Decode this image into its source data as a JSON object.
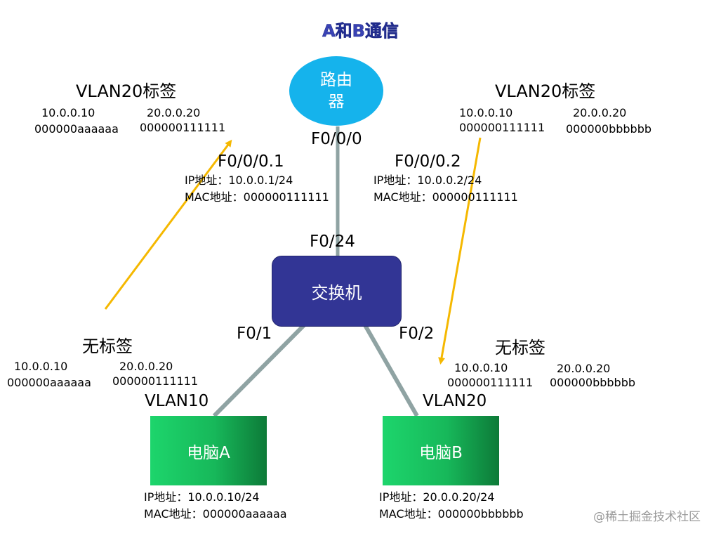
{
  "title": "A和B通信",
  "router": {
    "label": "路由器",
    "port": "F0/0/0"
  },
  "switch": {
    "label": "交换机",
    "port_up": "F0/24",
    "port_a": "F0/1",
    "port_b": "F0/2"
  },
  "subif1": {
    "name": "F0/0/0.1",
    "ip": "IP地址：10.0.0.1/24",
    "mac": "MAC地址：000000111111"
  },
  "subif2": {
    "name": "F0/0/0.2",
    "ip": "IP地址：10.0.0.2/24",
    "mac": "MAC地址：000000111111"
  },
  "pc_a": {
    "label": "电脑A",
    "vlan": "VLAN10",
    "ip": "IP地址：10.0.0.10/24",
    "mac": "MAC地址：000000aaaaaa"
  },
  "pc_b": {
    "label": "电脑B",
    "vlan": "VLAN20",
    "ip": "IP地址：20.0.0.20/24",
    "mac": "MAC地址：000000bbbbbb"
  },
  "frame_tl": {
    "tag": "VLAN20标签",
    "src_ip": "10.0.0.10",
    "src_mac": "000000aaaaaa",
    "dst_ip": "20.0.0.20",
    "dst_mac": "000000111111"
  },
  "frame_tr": {
    "tag": "VLAN20标签",
    "src_ip": "10.0.0.10",
    "src_mac": "000000111111",
    "dst_ip": "20.0.0.20",
    "dst_mac": "000000bbbbbb"
  },
  "frame_bl": {
    "tag": "无标签",
    "src_ip": "10.0.0.10",
    "src_mac": "000000aaaaaa",
    "dst_ip": "20.0.0.20",
    "dst_mac": "000000111111"
  },
  "frame_br": {
    "tag": "无标签",
    "src_ip": "10.0.0.10",
    "src_mac": "000000111111",
    "dst_ip": "20.0.0.20",
    "dst_mac": "000000bbbbbb"
  },
  "watermark": "@稀土掘金技术社区",
  "colors": {
    "link": "#8fa3a3",
    "arrow": "#f5b800",
    "router": "#15b3ec",
    "switch": "#323595",
    "pc": "#1dd56c",
    "title": "#3a43b5"
  }
}
